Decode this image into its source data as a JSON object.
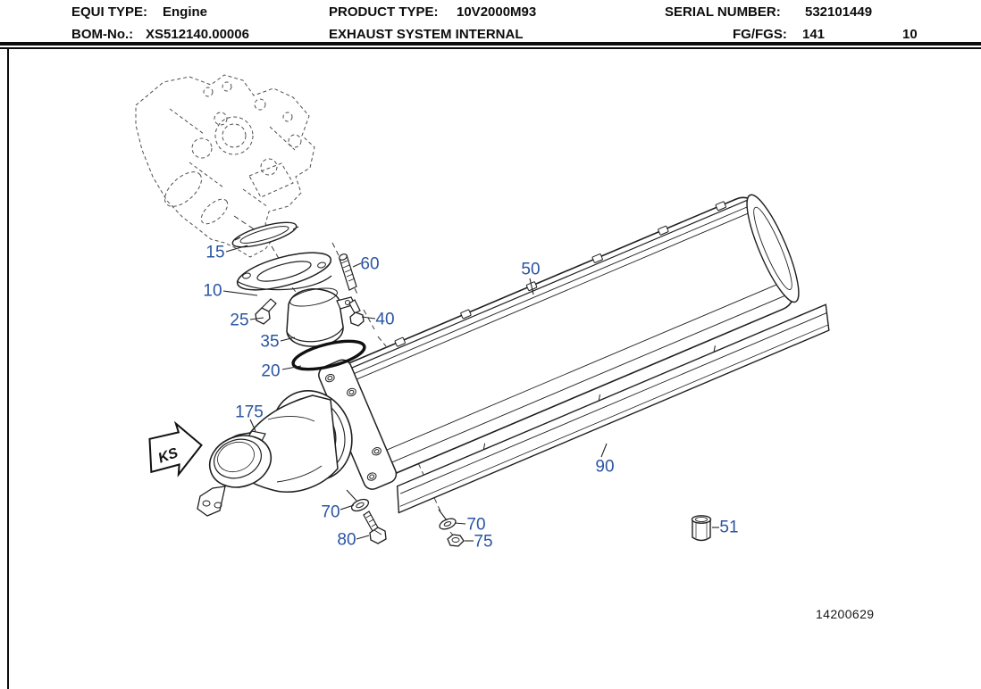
{
  "header": {
    "equi_type_label": "EQUI TYPE:",
    "equi_type_value": "Engine",
    "product_type_label": "PRODUCT TYPE:",
    "product_type_value": "10V2000M93",
    "serial_number_label": "SERIAL NUMBER:",
    "serial_number_value": "532101449",
    "bom_label": "BOM-No.:",
    "bom_value": "XS512140.00006",
    "assembly_title": "EXHAUST SYSTEM INTERNAL",
    "fg_fgs_label": "FG/FGS:",
    "fg_fgs_value": "141",
    "page_number": "10"
  },
  "diagram": {
    "view_marker": "KS",
    "figure_number": "14200629",
    "colors": {
      "callout_blue": "#2a54a3",
      "line_black": "#1f1f1f"
    },
    "callouts": [
      {
        "number": "15"
      },
      {
        "number": "10"
      },
      {
        "number": "25"
      },
      {
        "number": "35"
      },
      {
        "number": "20"
      },
      {
        "number": "60"
      },
      {
        "number": "40"
      },
      {
        "number": "50"
      },
      {
        "number": "175"
      },
      {
        "number": "70"
      },
      {
        "number": "80"
      },
      {
        "number": "70"
      },
      {
        "number": "75"
      },
      {
        "number": "90"
      },
      {
        "number": "51"
      }
    ]
  }
}
